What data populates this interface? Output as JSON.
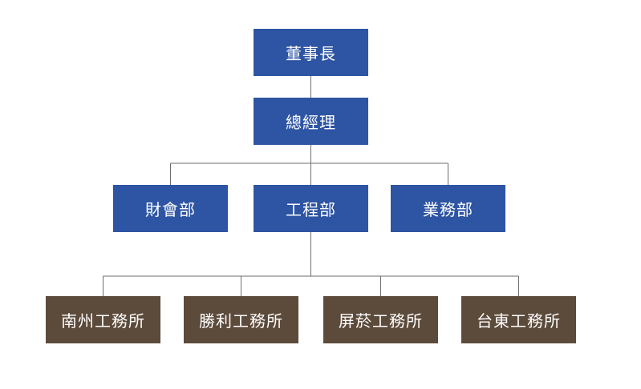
{
  "colors": {
    "blue": "#2e55a3",
    "brown": "#5c4a3a",
    "line": "#6e6e6e"
  },
  "org": {
    "chairman": "董事長",
    "general_manager": "總經理",
    "departments": [
      "財會部",
      "工程部",
      "業務部"
    ],
    "offices": [
      "南州工務所",
      "勝利工務所",
      "屏菸工務所",
      "台東工務所"
    ]
  }
}
